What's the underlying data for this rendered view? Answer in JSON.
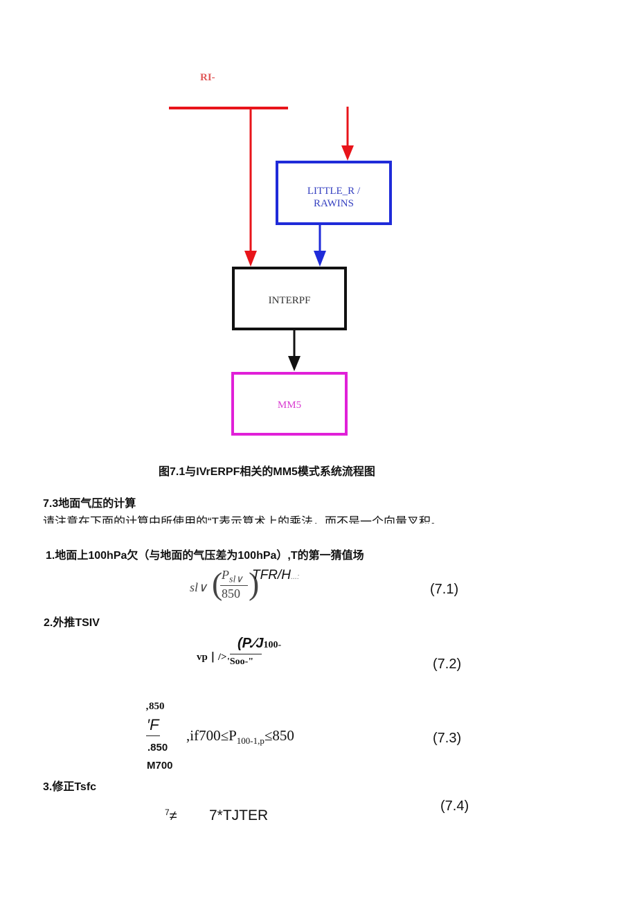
{
  "diagram": {
    "top_label": "RI-",
    "little_r_line1": "LITTLE_R /",
    "little_r_line2": "RAWINS",
    "interpf": "INTERPF",
    "mm5": "MM5",
    "colors": {
      "red": "#e8141a",
      "blue": "#1f2bd9",
      "black": "#111111",
      "magenta": "#e020d8",
      "label_red": "#e05a5a"
    }
  },
  "caption": "图7.1与IVrERPF相关的MM5模式系统流程图",
  "section_heading": "7.3地面气压的计算",
  "note_text": "请注意在下面的计算中所使用的“T表示算术上的乘法，而不是一个向量叉积。",
  "item1": "1.地面上100hPa欠（与地面的气压差为100hPa）,T的第一猜值场",
  "eq1": {
    "prefix": "sl∨",
    "p_num": "P",
    "p_sub": "sl∨",
    "den": "850",
    "rhs": "TFR/H",
    "rhs_tail": "...:",
    "number": "(7.1)"
  },
  "item2": "2.外推TSIV",
  "eq2": {
    "lhs": "vp ∣ />",
    "frac_top": "(P.∕J",
    "frac_top_tail": "100-",
    "frac_bottom": "'Soo-\"",
    "number": "(7.2)"
  },
  "eq3": {
    "top": "‚850",
    "mid": "′F",
    "low": ".850",
    "bottom": "M700",
    "cond_main": ",if700≤P",
    "cond_sub": "100-1,p",
    "cond_end": "≤850",
    "number": "(7.3)"
  },
  "item3": "3.修正Tsfc",
  "eq4": {
    "lhs_sup": "7",
    "lhs": "≠",
    "rhs": "7*TJTER",
    "number": "(7.4)"
  }
}
